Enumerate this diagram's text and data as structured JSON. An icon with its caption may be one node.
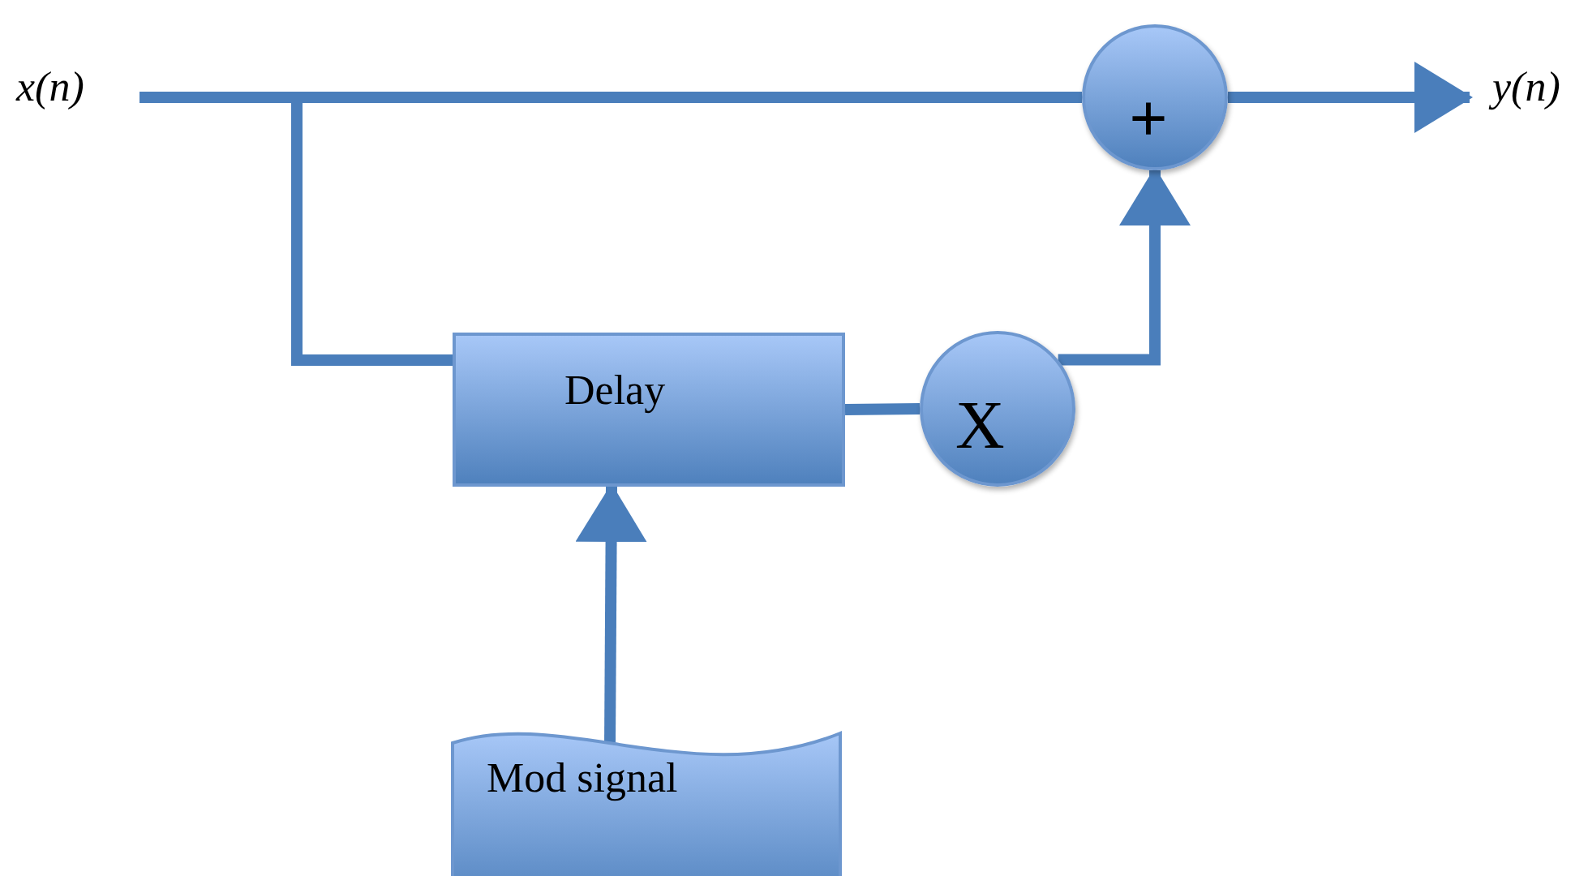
{
  "diagram": {
    "nodes": [
      {
        "text": [
          "x(n)"
        ]
      },
      {
        "text": [
          "+"
        ]
      },
      {
        "text": [
          "y(n)"
        ]
      },
      {
        "text": [
          "Delay"
        ]
      },
      {
        "text": [
          "X"
        ]
      },
      {
        "text": [
          "Mod signal"
        ]
      }
    ],
    "edges": [
      {
        "from": 0,
        "to": 1,
        "arrow": "none"
      },
      {
        "from": 1,
        "to": 2,
        "arrow": "to"
      },
      {
        "from": 0,
        "to": 3,
        "arrow": "none"
      },
      {
        "from": 3,
        "to": 4,
        "arrow": "none"
      },
      {
        "from": 4,
        "to": 1,
        "arrow": "to"
      },
      {
        "from": 5,
        "to": 3,
        "arrow": "to"
      }
    ]
  }
}
